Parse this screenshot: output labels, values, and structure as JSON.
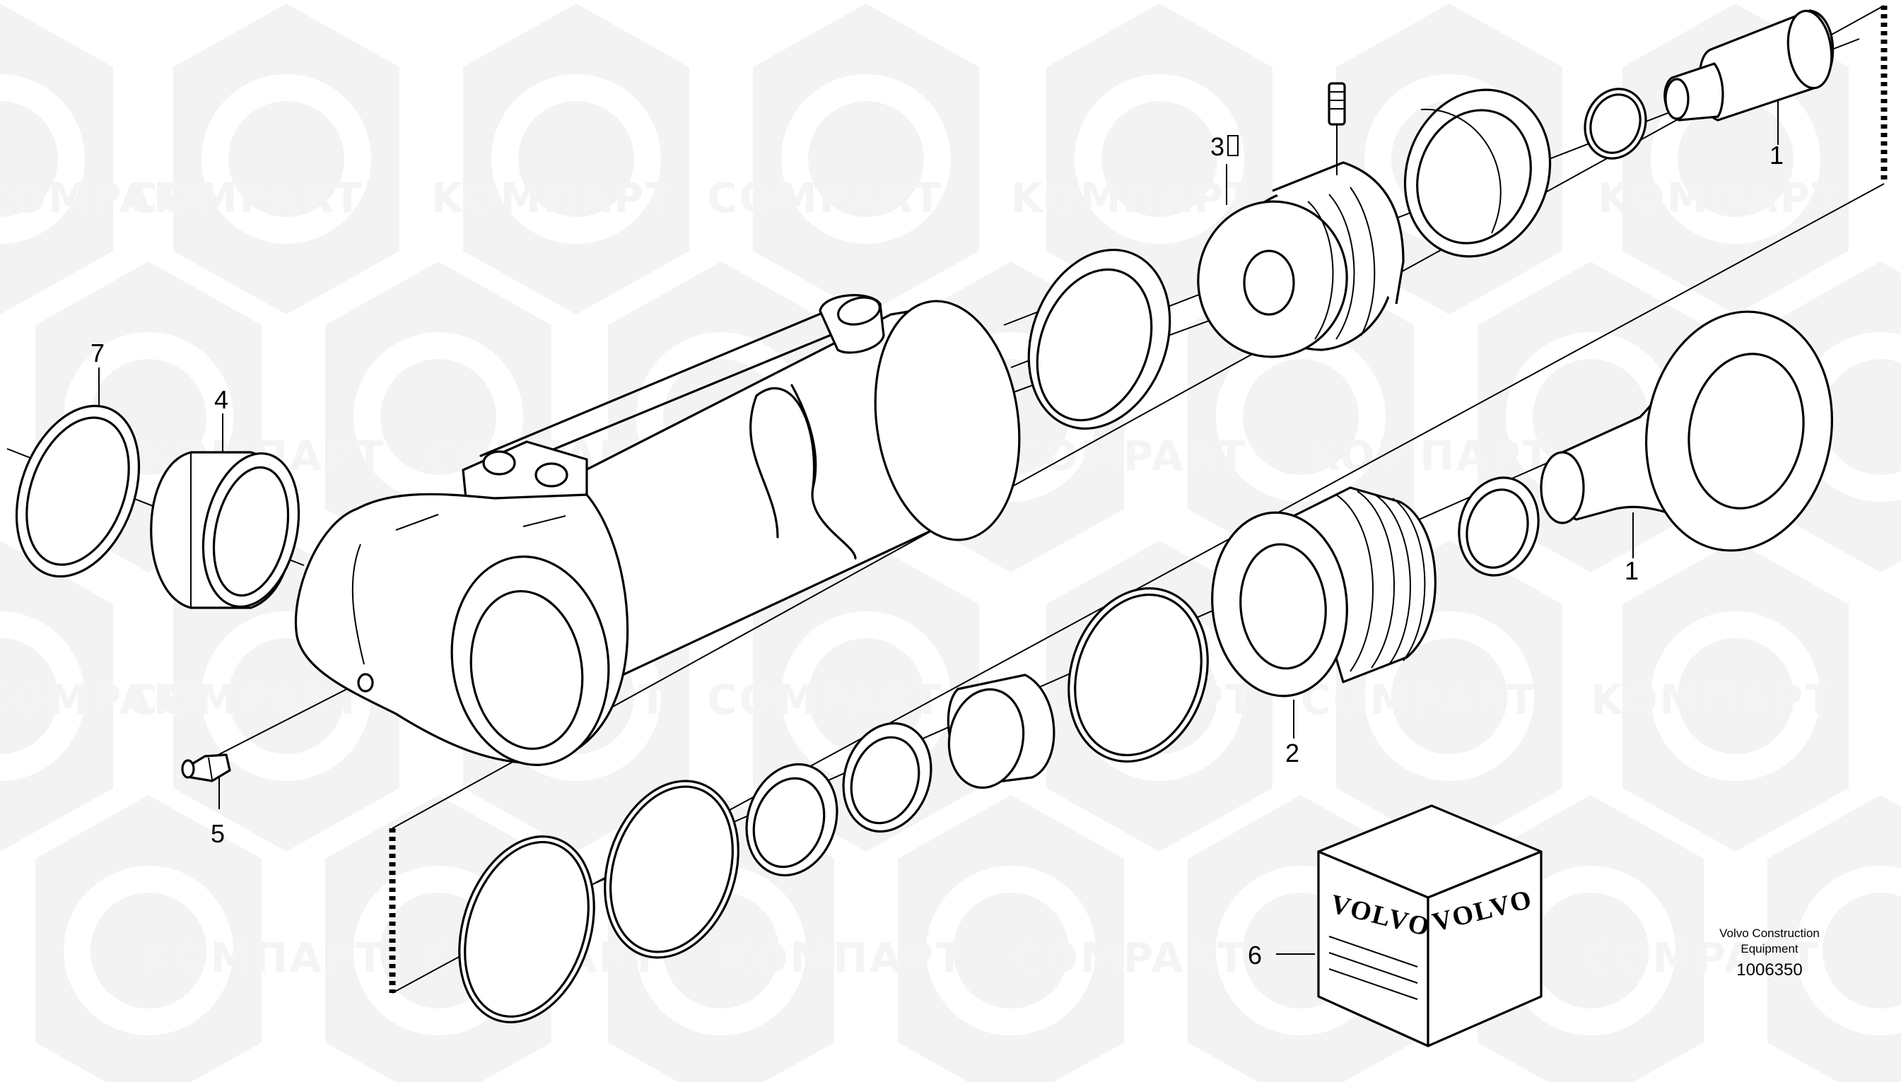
{
  "watermark": {
    "text_latin": "COMPART",
    "text_cyrillic": "KOMПAPT"
  },
  "callouts": {
    "c1_top": "1",
    "c1_bottom": "1",
    "c2": "2",
    "c3": "3",
    "c4": "4",
    "c5": "5",
    "c6": "6",
    "c7": "7"
  },
  "box": {
    "brand_left": "VOLVO",
    "brand_right": "VOLVO"
  },
  "footer": {
    "line1": "Volvo Construction",
    "line2": "Equipment",
    "doc_number": "1006350"
  }
}
